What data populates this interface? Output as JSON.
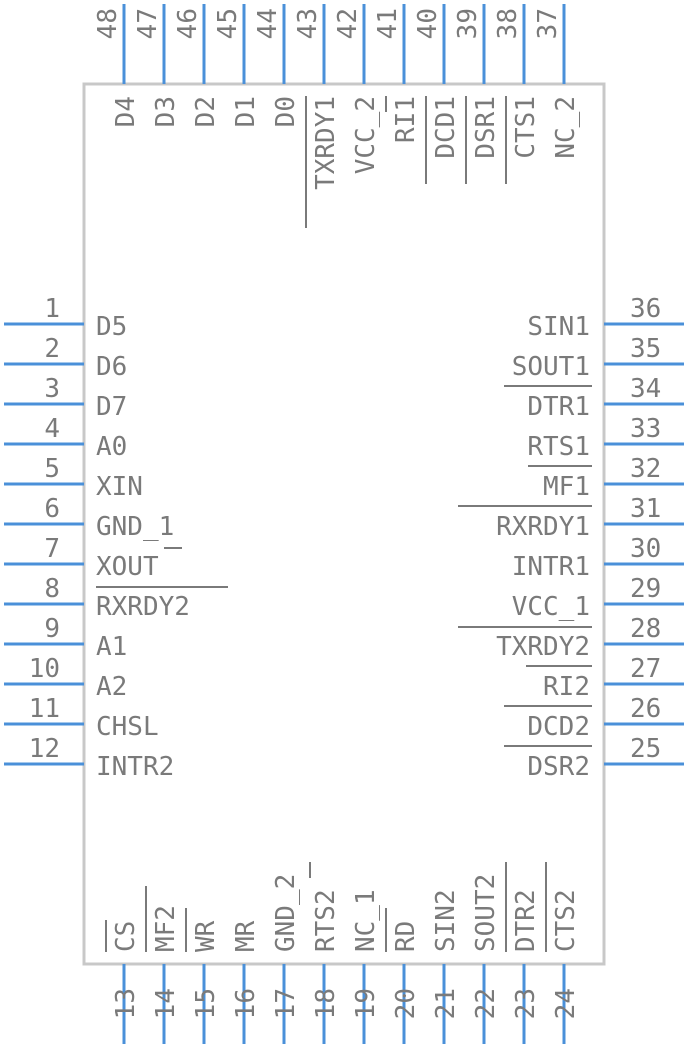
{
  "pins": {
    "left": [
      {
        "num": "1",
        "label": "D5"
      },
      {
        "num": "2",
        "label": "D6"
      },
      {
        "num": "3",
        "label": "D7"
      },
      {
        "num": "4",
        "label": "A0"
      },
      {
        "num": "5",
        "label": "XIN"
      },
      {
        "num": "6",
        "label": "GND_1"
      },
      {
        "num": "7",
        "label": "XOUT"
      },
      {
        "num": "8",
        "label": "RXRDY2"
      },
      {
        "num": "9",
        "label": "A1"
      },
      {
        "num": "10",
        "label": "A2"
      },
      {
        "num": "11",
        "label": "CHSL"
      },
      {
        "num": "12",
        "label": "INTR2"
      }
    ],
    "bottom": [
      {
        "num": "13",
        "label": "CS"
      },
      {
        "num": "14",
        "label": "MF2"
      },
      {
        "num": "15",
        "label": "WR"
      },
      {
        "num": "16",
        "label": "MR"
      },
      {
        "num": "17",
        "label": "GND_2"
      },
      {
        "num": "18",
        "label": "RTS2"
      },
      {
        "num": "19",
        "label": "NC_1"
      },
      {
        "num": "20",
        "label": "RD"
      },
      {
        "num": "21",
        "label": "SIN2"
      },
      {
        "num": "22",
        "label": "SOUT2"
      },
      {
        "num": "23",
        "label": "DTR2"
      },
      {
        "num": "24",
        "label": "CTS2"
      }
    ],
    "right": [
      {
        "num": "25",
        "label": "DSR2"
      },
      {
        "num": "26",
        "label": "DCD2"
      },
      {
        "num": "27",
        "label": "RI2"
      },
      {
        "num": "28",
        "label": "TXRDY2"
      },
      {
        "num": "29",
        "label": "VCC_1"
      },
      {
        "num": "30",
        "label": "INTR1"
      },
      {
        "num": "31",
        "label": "RXRDY1"
      },
      {
        "num": "32",
        "label": "MF1"
      },
      {
        "num": "33",
        "label": "RTS1"
      },
      {
        "num": "34",
        "label": "DTR1"
      },
      {
        "num": "35",
        "label": "SOUT1"
      },
      {
        "num": "36",
        "label": "SIN1"
      }
    ],
    "top": [
      {
        "num": "37",
        "label": "NC_2"
      },
      {
        "num": "38",
        "label": "CTS1"
      },
      {
        "num": "39",
        "label": "DSR1"
      },
      {
        "num": "40",
        "label": "DCD1"
      },
      {
        "num": "41",
        "label": "RI1"
      },
      {
        "num": "42",
        "label": "VCC_2"
      },
      {
        "num": "43",
        "label": "TXRDY1"
      },
      {
        "num": "44",
        "label": "D0"
      },
      {
        "num": "45",
        "label": "D1"
      },
      {
        "num": "46",
        "label": "D2"
      },
      {
        "num": "47",
        "label": "D3"
      },
      {
        "num": "48",
        "label": "D4"
      }
    ]
  },
  "colors": {
    "pin": "#4a90d9",
    "body_outline": "#c8c8c8",
    "text": "#7a7a7a"
  }
}
